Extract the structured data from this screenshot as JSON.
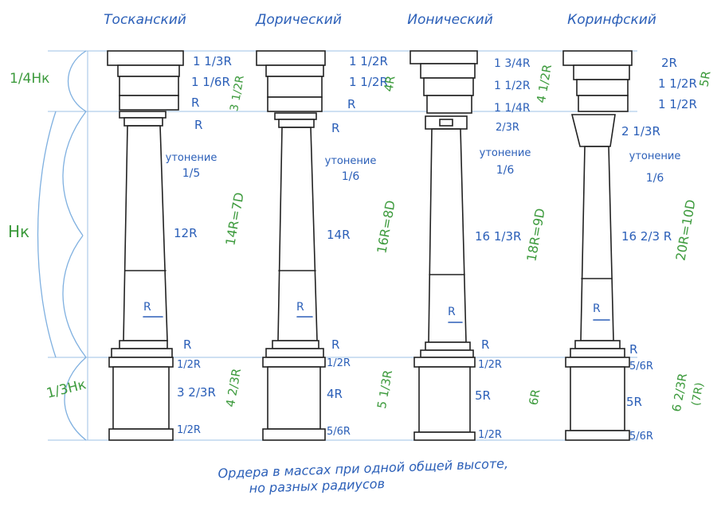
{
  "orders": [
    {
      "name": "Тосканский",
      "entablature": [
        "1 1/3R",
        "1 1/6R",
        "R"
      ],
      "entablature_total": "3 1/2R",
      "capital": "R",
      "taper_label": "утонение",
      "taper": "1/5",
      "shaft": "12R",
      "column_total": "14R=7D",
      "radius": "R",
      "base": "R",
      "pedestal": [
        "1/2R",
        "3 2/3R",
        "1/2R"
      ],
      "pedestal_total": "4 2/3R"
    },
    {
      "name": "Дорический",
      "entablature": [
        "1 1/2R",
        "1 1/2R",
        "R"
      ],
      "entablature_total": "4R",
      "capital": "R",
      "taper_label": "утонение",
      "taper": "1/6",
      "shaft": "14R",
      "column_total": "16R=8D",
      "radius": "R",
      "base": "R",
      "pedestal": [
        "1/2R",
        "4R",
        "5/6R"
      ],
      "pedestal_total": "5 1/3R"
    },
    {
      "name": "Ионический",
      "entablature": [
        "1 3/4R",
        "1 1/2R",
        "1 1/4R"
      ],
      "entablature_total": "4 1/2R",
      "capital": "2/3R",
      "taper_label": "утонение",
      "taper": "1/6",
      "shaft": "16 1/3R",
      "column_total": "18R=9D",
      "radius": "R",
      "base": "R",
      "pedestal": [
        "1/2R",
        "5R",
        "1/2R"
      ],
      "pedestal_total": "6R"
    },
    {
      "name": "Коринфский",
      "entablature": [
        "2R",
        "1 1/2R",
        "1 1/2R"
      ],
      "entablature_total": "5R",
      "capital": "2 1/3R",
      "taper_label": "утонение",
      "taper": "1/6",
      "shaft": "16 2/3 R",
      "column_total": "20R=10D",
      "radius": "R",
      "base": "R",
      "pedestal": [
        "5/6R",
        "5R",
        "5/6R"
      ],
      "pedestal_total": "6 2/3R",
      "pedestal_note": "(7R)"
    }
  ],
  "side_labels": {
    "entablature": "1/4Hк",
    "column": "Hк",
    "pedestal": "1/3Hк"
  },
  "caption": [
    "Ордера в массах при одной общей высоте,",
    "но разных радиусов"
  ],
  "colors": {
    "blue": "#2b5fb8",
    "green": "#3c9a3c",
    "guide": "#9cc0e6",
    "ink": "#222222"
  }
}
